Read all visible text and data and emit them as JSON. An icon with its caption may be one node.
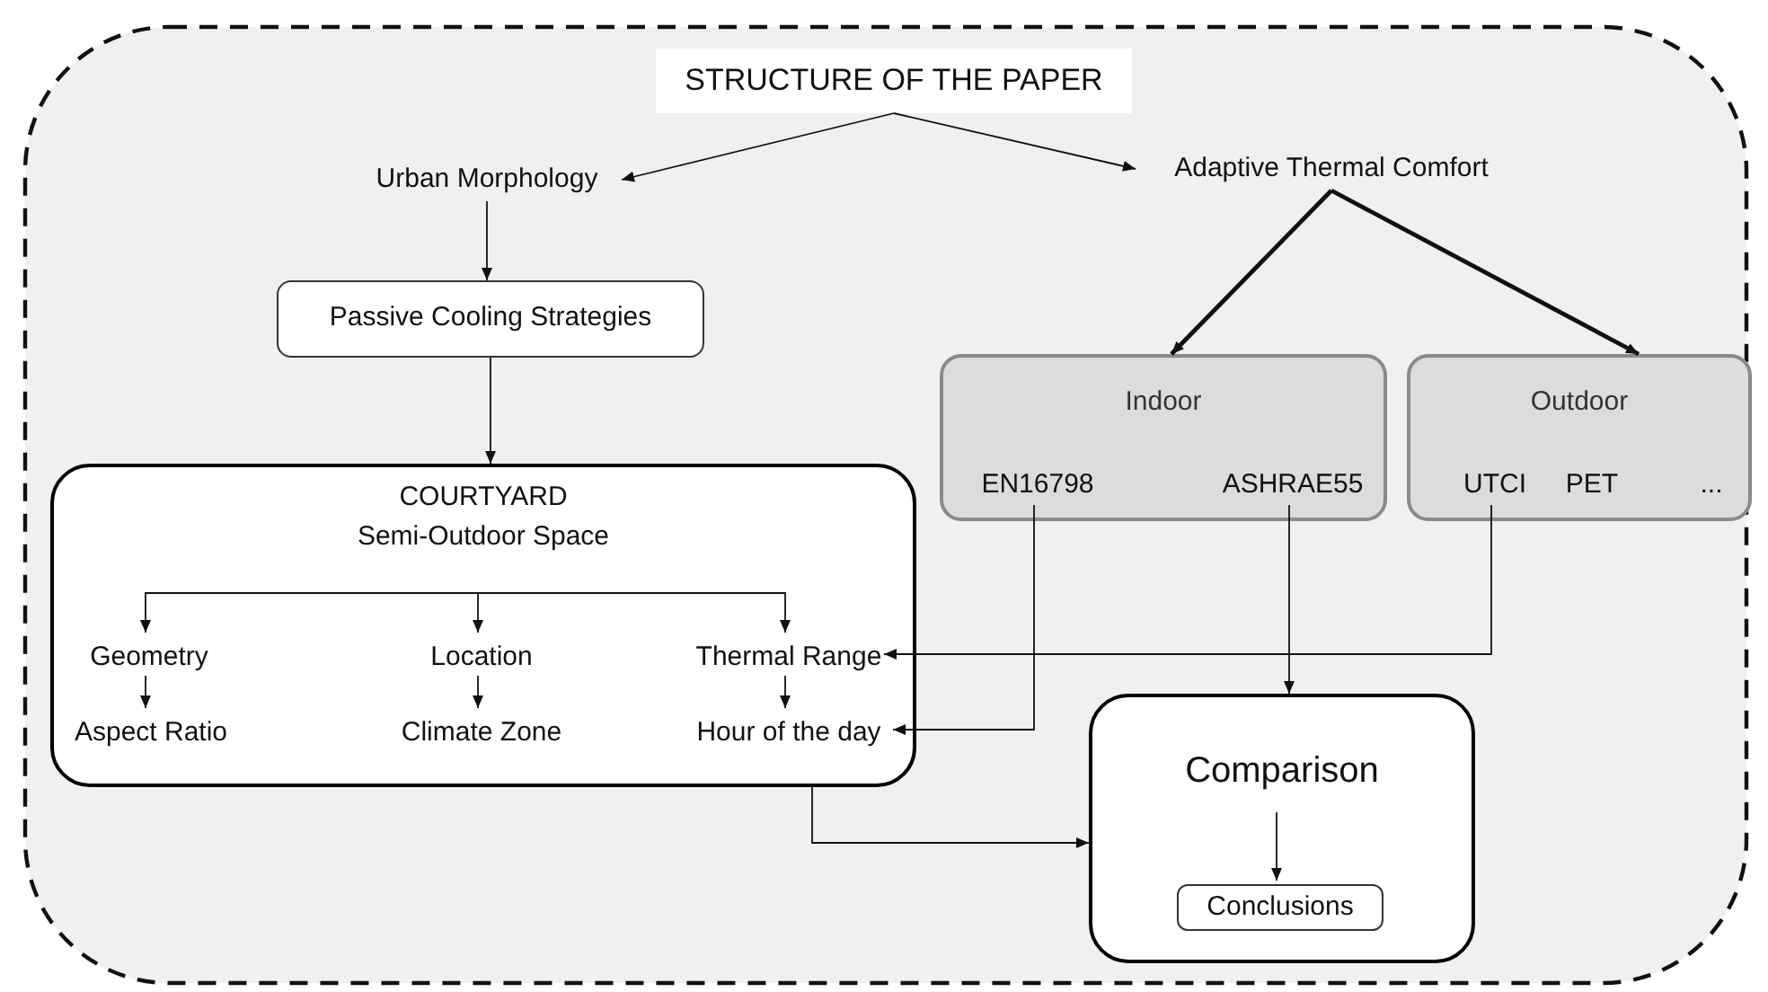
{
  "diagram": {
    "nodes": [
      {
        "text": [
          "STRUCTURE OF THE PAPER"
        ]
      },
      {
        "text": [
          "Urban Morphology"
        ]
      },
      {
        "text": [
          "Passive Cooling Strategies"
        ]
      },
      {
        "text": [
          "Adaptive Thermal Comfort"
        ]
      },
      {
        "text": [
          "Indoor"
        ]
      },
      {
        "text": [
          "EN16798"
        ],
        "in": 4
      },
      {
        "text": [
          "ASHRAE55"
        ],
        "in": 4
      },
      {
        "text": [
          "Outdoor"
        ]
      },
      {
        "text": [
          "UTCI"
        ],
        "in": 7
      },
      {
        "text": [
          "PET"
        ],
        "in": 7
      },
      {
        "text": [
          "..."
        ],
        "in": 7
      },
      {
        "text": [
          "COURTYARD",
          "Semi-Outdoor Space"
        ]
      },
      {
        "text": [
          "Geometry"
        ],
        "in": 11
      },
      {
        "text": [
          "Aspect Ratio"
        ],
        "in": 11
      },
      {
        "text": [
          "Location"
        ],
        "in": 11
      },
      {
        "text": [
          "Climate Zone"
        ],
        "in": 11
      },
      {
        "text": [
          "Thermal Range"
        ],
        "in": 11
      },
      {
        "text": [
          "Hour of the day"
        ],
        "in": 11
      },
      {
        "text": [
          "Comparison"
        ]
      },
      {
        "text": [
          "Conclusions"
        ],
        "in": 18
      }
    ],
    "edges": [
      {
        "from": 0,
        "to": 1,
        "arrow": "to"
      },
      {
        "from": 0,
        "to": 3,
        "arrow": "to"
      },
      {
        "from": 1,
        "to": 2,
        "arrow": "to"
      },
      {
        "from": 2,
        "to": 11,
        "arrow": "to"
      },
      {
        "from": 3,
        "to": 4,
        "arrow": "to",
        "style": "thick"
      },
      {
        "from": 3,
        "to": 7,
        "arrow": "to",
        "style": "thick"
      },
      {
        "from": null,
        "to": 12,
        "arrow": "to"
      },
      {
        "from": null,
        "to": 14,
        "arrow": "to"
      },
      {
        "from": null,
        "to": 16,
        "arrow": "to"
      },
      {
        "from": 12,
        "to": 13,
        "arrow": "to"
      },
      {
        "from": 14,
        "to": 15,
        "arrow": "to"
      },
      {
        "from": 16,
        "to": 17,
        "arrow": "to"
      },
      {
        "from": 8,
        "to": 16,
        "arrow": "to"
      },
      {
        "from": 5,
        "to": 17,
        "arrow": "to"
      },
      {
        "from": 6,
        "to": 18,
        "arrow": "to"
      },
      {
        "from": 11,
        "to": 18,
        "arrow": "to"
      },
      {
        "from": null,
        "to": 19,
        "arrow": "to"
      }
    ]
  }
}
